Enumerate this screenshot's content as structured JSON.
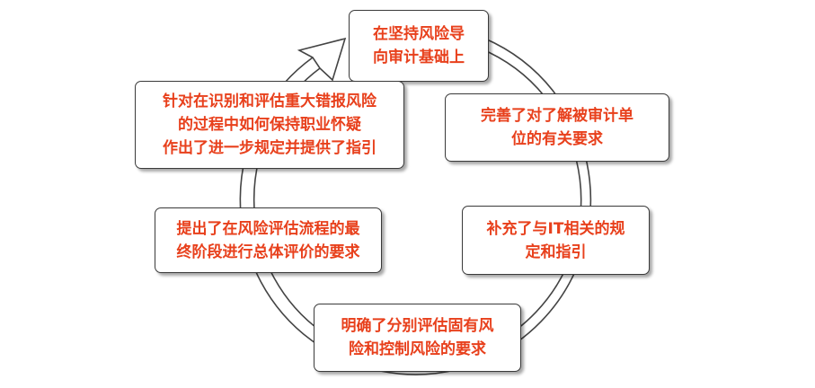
{
  "diagram": {
    "type": "cycle",
    "colors": {
      "text": "#e8401c",
      "box_border": "#3a3a3a",
      "ring_stroke": "#444444",
      "ring_fill": "#ffffff"
    },
    "nodes": [
      {
        "id": "n0",
        "label": "在坚持风险导\n向审计基础上"
      },
      {
        "id": "n1",
        "label": "完善了对了解被审计单\n位的有关要求"
      },
      {
        "id": "n2",
        "label": "补充了与IT相关的规\n定和指引"
      },
      {
        "id": "n3",
        "label": "明确了分别评估固有风\n险和控制风险的要求"
      },
      {
        "id": "n4",
        "label": "提出了在风险评估流程的最\n终阶段进行总体评价的要求"
      },
      {
        "id": "n5",
        "label": "针对在识别和评估重大错报风险\n的过程中如何保持职业怀疑\n作出了进一步规定并提供了指引"
      }
    ]
  }
}
